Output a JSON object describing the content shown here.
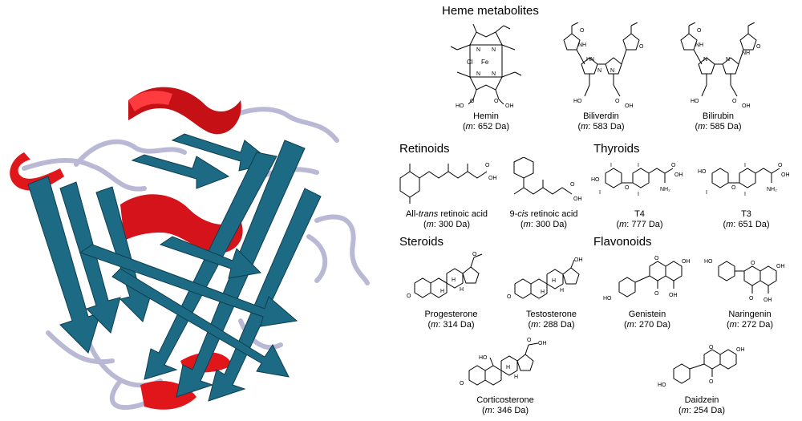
{
  "headings": {
    "heme": "Heme metabolites",
    "retinoids": "Retinoids",
    "thyroids": "Thyroids",
    "steroids": "Steroids",
    "flavonoids": "Flavonoids"
  },
  "mass_prefix": "m",
  "molecules": {
    "hemin": {
      "name": "Hemin",
      "mass": ": 652 Da)"
    },
    "biliverdin": {
      "name": "Biliverdin",
      "mass": ": 583 Da)"
    },
    "bilirubin": {
      "name": "Bilirubin",
      "mass": ": 585 Da)"
    },
    "atra": {
      "name_pre": "All-",
      "name_it": "trans",
      "name_post": " retinoic acid",
      "mass": ": 300 Da)"
    },
    "cis9": {
      "name_pre": "9-",
      "name_it": "cis",
      "name_post": " retinoic acid",
      "mass": ": 300 Da)"
    },
    "t4": {
      "name": "T4",
      "mass": ": 777 Da)"
    },
    "t3": {
      "name": "T3",
      "mass": ": 651 Da)"
    },
    "progesterone": {
      "name": "Progesterone",
      "mass": ": 314 Da)"
    },
    "testosterone": {
      "name": "Testosterone",
      "mass": ": 288 Da)"
    },
    "genistein": {
      "name": "Genistein",
      "mass": ": 270 Da)"
    },
    "naringenin": {
      "name": "Naringenin",
      "mass": ": 272 Da)"
    },
    "corticosterone": {
      "name": "Corticosterone",
      "mass": ": 346 Da)"
    },
    "daidzein": {
      "name": "Daidzein",
      "mass": ": 254 Da)"
    }
  },
  "atoms": {
    "hemin": [
      "Cl",
      "Fe",
      "N",
      "N",
      "N",
      "N",
      "HO",
      "O",
      "O",
      "OH"
    ],
    "biliverdin": [
      "O",
      "NH",
      "HN",
      "N",
      "N",
      "O",
      "HO",
      "O",
      "OH"
    ],
    "bilirubin": [
      "O",
      "NH",
      "N",
      "N",
      "NH",
      "O",
      "HO",
      "O",
      "OH"
    ],
    "atra": [
      "O",
      "OH"
    ],
    "cis9": [
      "O",
      "OH"
    ],
    "t4": [
      "HO",
      "I",
      "I",
      "O",
      "I",
      "I",
      "O",
      "OH",
      "NH₂"
    ],
    "t3": [
      "HO",
      "I",
      "O",
      "I",
      "I",
      "O",
      "OH",
      "NH₂"
    ],
    "progesterone": [
      "O",
      "O",
      "H",
      "H",
      "H"
    ],
    "testosterone": [
      "OH",
      "O",
      "H",
      "H",
      "H"
    ],
    "genistein": [
      "O",
      "OH",
      "OH",
      "O",
      "HO"
    ],
    "naringenin": [
      "HO",
      "O",
      "OH",
      "OH",
      "O"
    ],
    "corticosterone": [
      "HO",
      "O",
      "OH",
      "O",
      "H",
      "H"
    ],
    "daidzein": [
      "O",
      "OH",
      "HO",
      "O"
    ]
  },
  "colors": {
    "beta_strand": "#1d6a84",
    "helix": "#e0161b",
    "loop": "#b9b9d6",
    "bond": "#000000"
  }
}
